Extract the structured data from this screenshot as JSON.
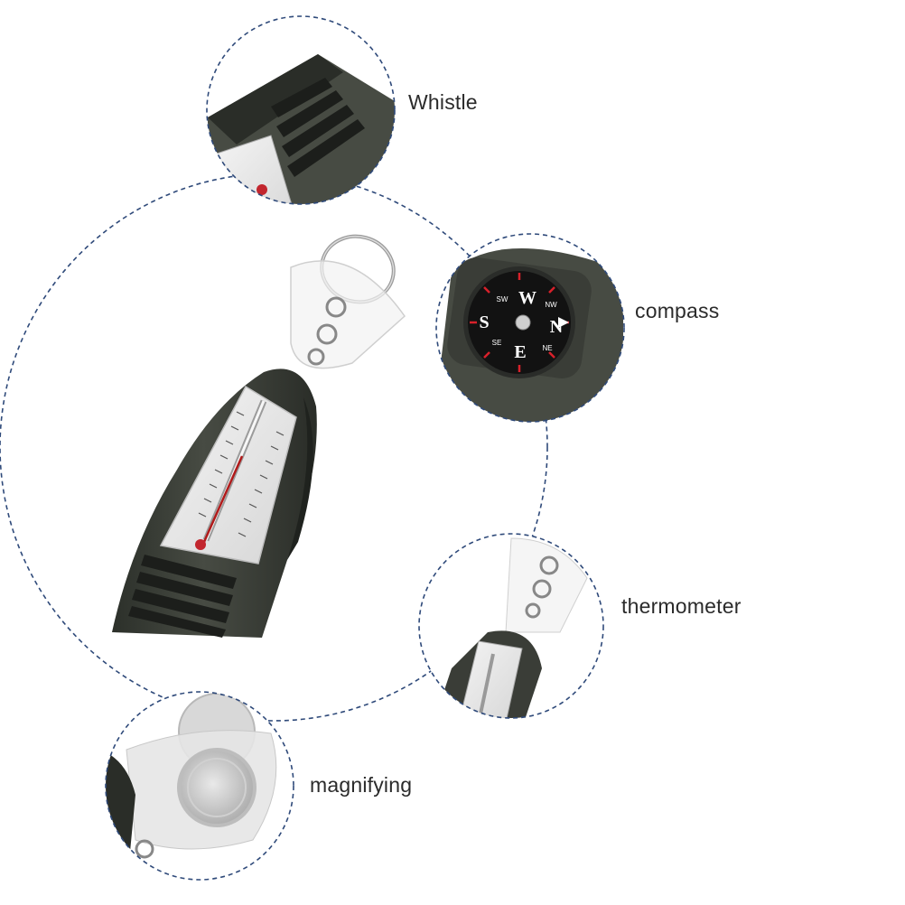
{
  "features": [
    {
      "id": "whistle",
      "label": "Whistle"
    },
    {
      "id": "compass",
      "label": "compass"
    },
    {
      "id": "thermometer",
      "label": "thermometer"
    },
    {
      "id": "magnifying",
      "label": "magnifying"
    }
  ],
  "compass_dial": {
    "cardinals": [
      "N",
      "E",
      "S",
      "W"
    ],
    "intercardinals": [
      "NE",
      "SE",
      "SW",
      "NW"
    ]
  },
  "colors": {
    "dashed_circle": "#2f4a7a",
    "body": "#3b3f38",
    "body_dark": "#2a2d28",
    "compass_face": "#121212",
    "compass_red": "#d8212b",
    "label_text": "#2b2b2b"
  }
}
